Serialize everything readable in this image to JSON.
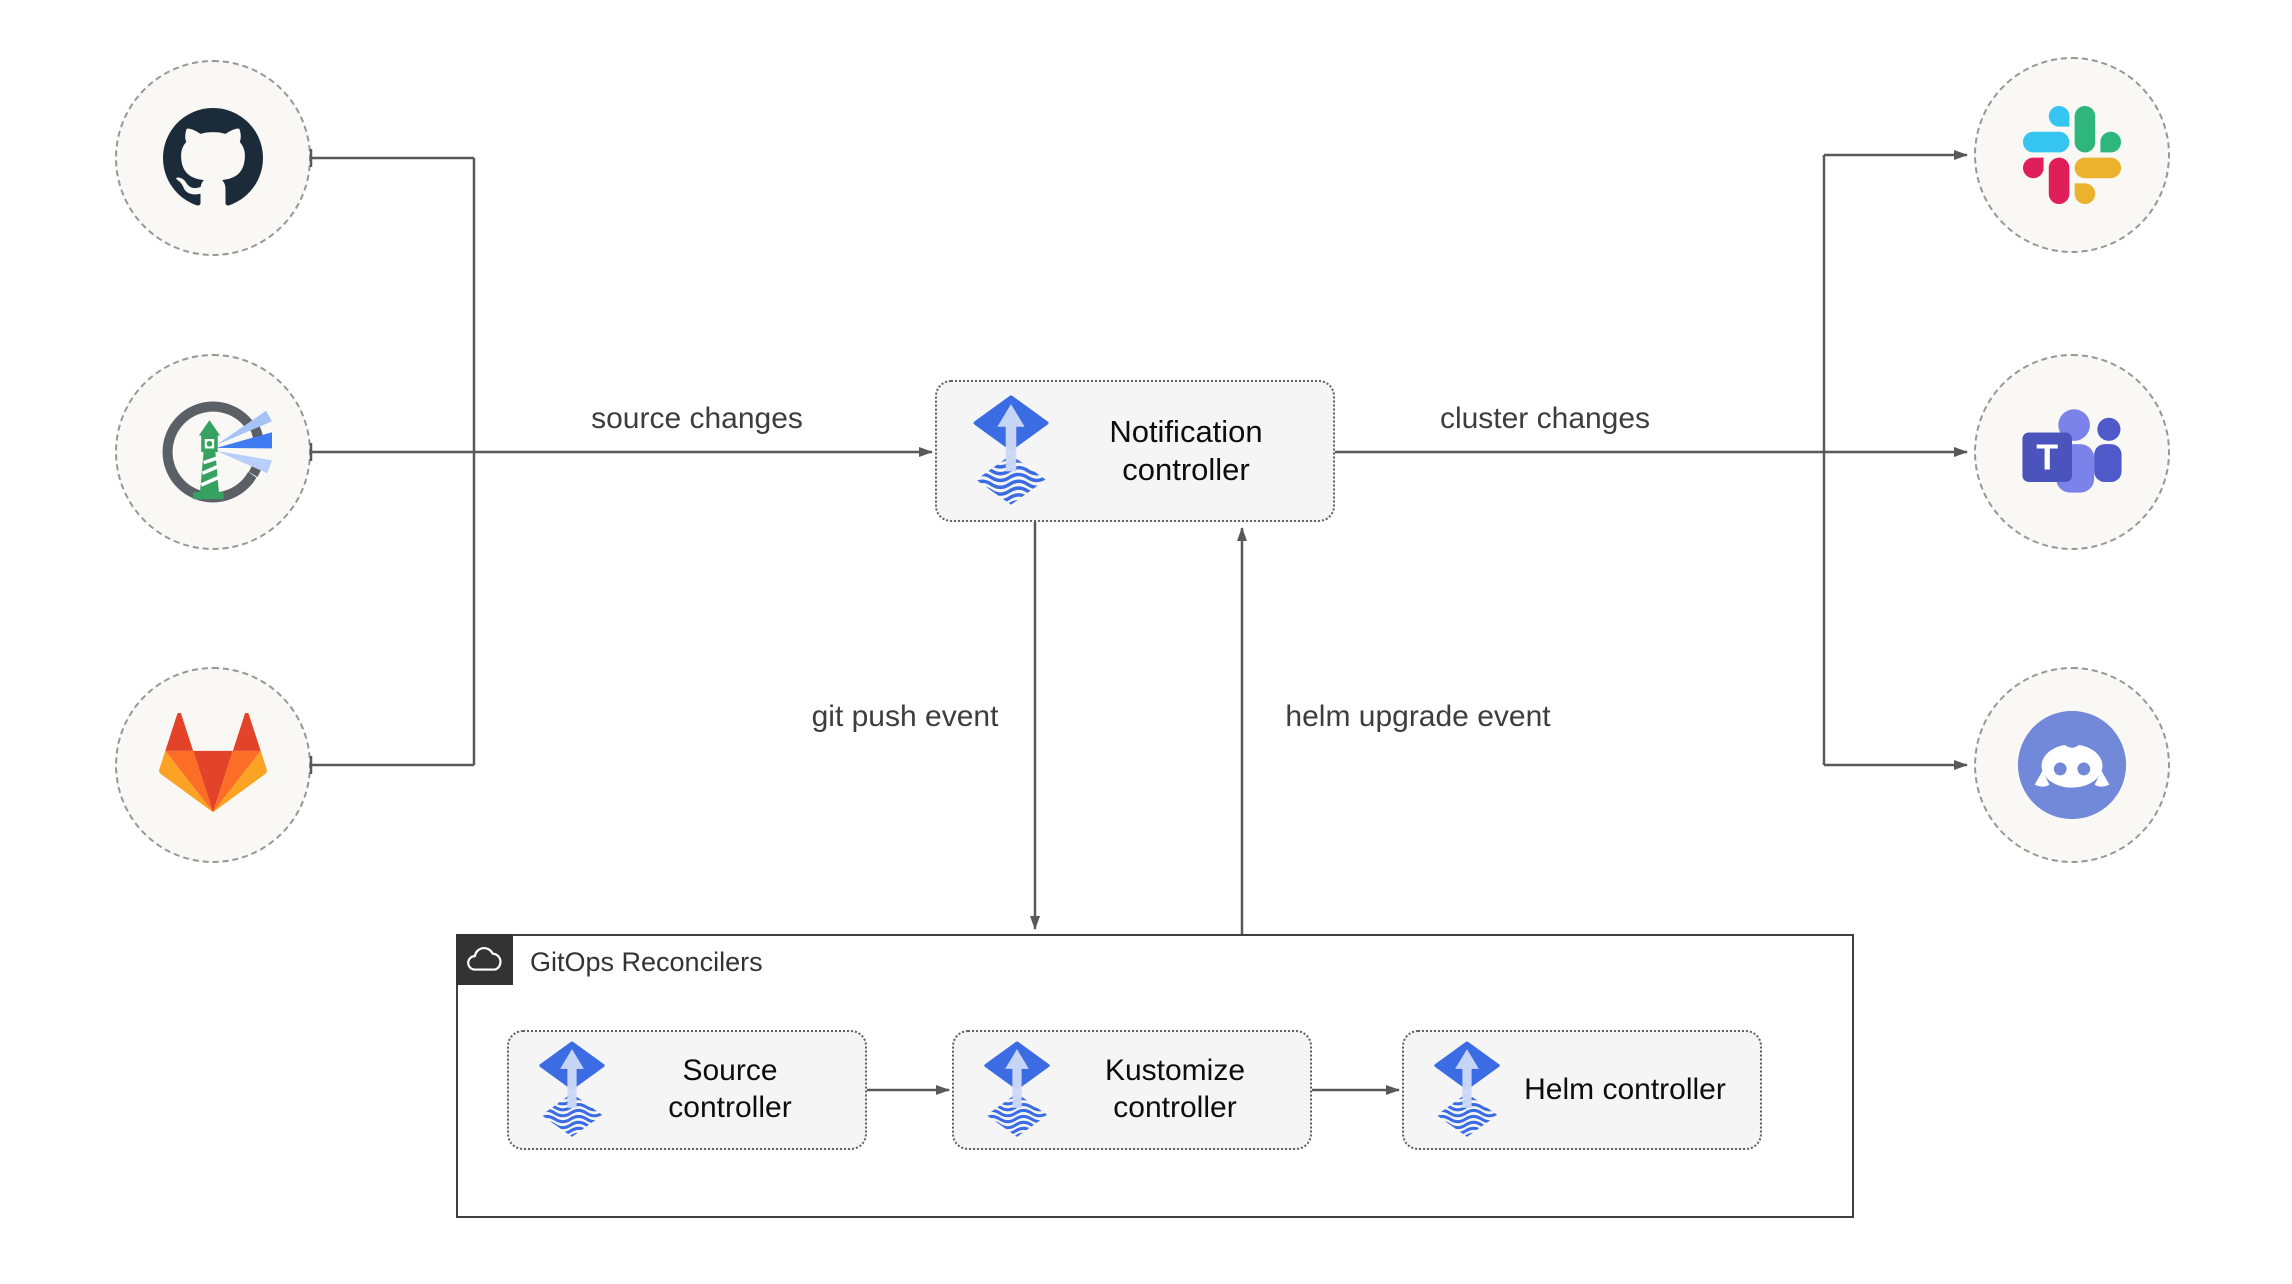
{
  "nodes": {
    "notification": {
      "label": "Notification controller",
      "icon": "flux-icon"
    },
    "source": {
      "label": "Source controller",
      "icon": "flux-icon"
    },
    "kustomize": {
      "label": "Kustomize controller",
      "icon": "flux-icon"
    },
    "helm": {
      "label": "Helm controller",
      "icon": "flux-icon"
    }
  },
  "group": {
    "label": "GitOps Reconcilers",
    "icon": "cloud-icon"
  },
  "edges": {
    "source_changes": {
      "label": "source changes"
    },
    "cluster_changes": {
      "label": "cluster changes"
    },
    "git_push": {
      "label": "git push event"
    },
    "helm_upgrade": {
      "label": "helm upgrade event"
    }
  },
  "endpoints": {
    "left": [
      {
        "icon": "github-icon"
      },
      {
        "icon": "harbor-icon"
      },
      {
        "icon": "gitlab-icon"
      }
    ],
    "right": [
      {
        "icon": "slack-icon"
      },
      {
        "icon": "teams-icon"
      },
      {
        "icon": "discord-icon"
      }
    ]
  },
  "icons": {
    "teams_letter": "T"
  },
  "colors": {
    "line": "#595959",
    "node_bg": "#f5f5f5",
    "node_border": "#5f5f5f",
    "circle_bg": "#f9f8f5",
    "circle_border": "#979797",
    "group_border": "#3f3f3f",
    "badge_bg": "#333333",
    "flux_blue": "#3b6ce4",
    "flux_arrow": "#ccd9f6",
    "github_dark": "#1c2b3a",
    "gitlab_red": "#e24329",
    "gitlab_orange": "#fc6d26",
    "gitlab_yellow": "#fca326",
    "slack_blue": "#36c5f0",
    "slack_green": "#2eb67d",
    "slack_red": "#e01e5a",
    "slack_yellow": "#ecb22e",
    "teams_purple": "#4b53bc",
    "teams_light": "#7b83eb",
    "teams_mid": "#5059c9",
    "discord_blue": "#7289da",
    "harbor_gray": "#5b5f66",
    "harbor_green": "#37a162",
    "harbor_beam": "#3e7bf0"
  }
}
